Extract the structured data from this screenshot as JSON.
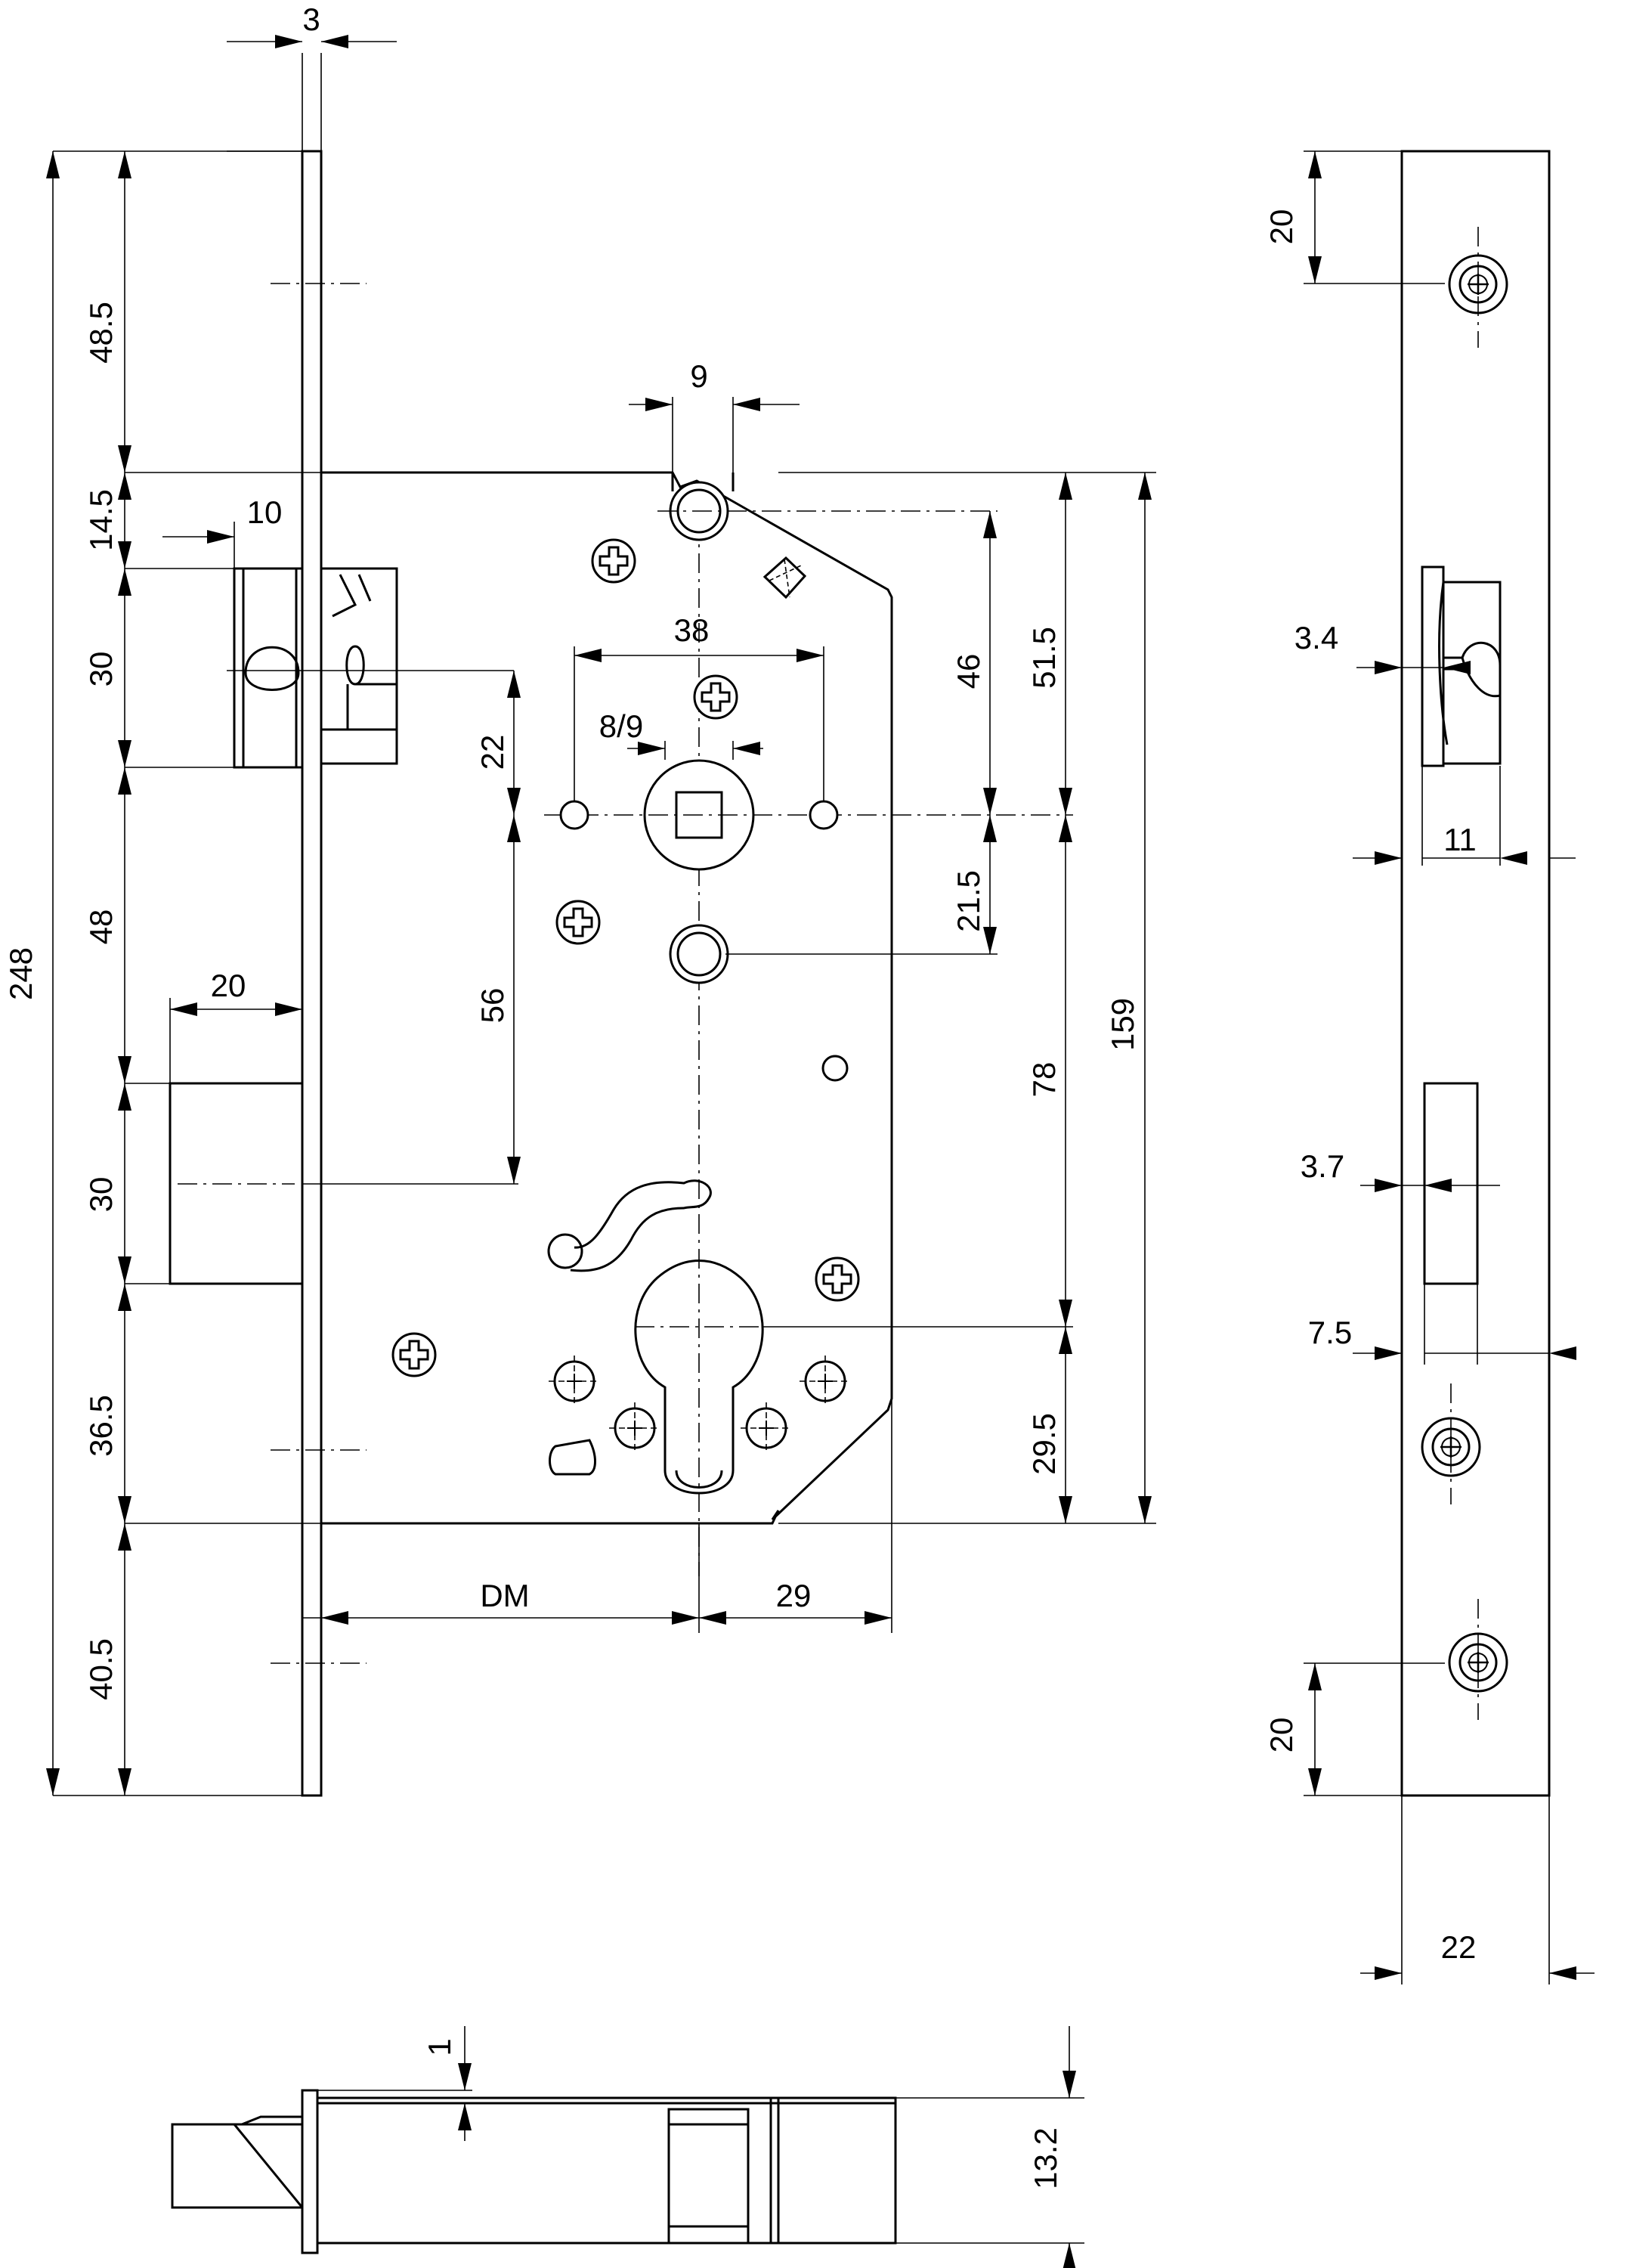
{
  "dimensions": {
    "faceplate_thickness": "3",
    "faceplate_height": "248",
    "top_to_case": "48.5",
    "case_to_latch": "14.5",
    "latch_height": "30",
    "latch_to_bolt": "48",
    "bolt_height": "30",
    "bolt_to_case_bottom": "36.5",
    "case_bottom_to_end": "40.5",
    "latch_throw": "10",
    "bolt_throw": "20",
    "slot_width": "9",
    "holes_spacing": "38",
    "spindle": "8/9",
    "latch_to_spindle": "22",
    "spindle_to_bolt": "56",
    "top_hole_to_spindle": "46",
    "spindle_to_lower_hole": "21.5",
    "case_top_to_spindle": "51.5",
    "spindle_to_cylinder": "78",
    "cylinder_to_case_bottom": "29.5",
    "case_height": "159",
    "backset": "DM",
    "cylinder_to_back": "29",
    "forend_hole_top": "20",
    "forend_hole_bottom": "20",
    "forend_width": "22",
    "latch_side_offset": "3.4",
    "latch_side_width": "11",
    "bolt_side_offset": "3.7",
    "bolt_side_width": "7.5",
    "plate_offset": "1",
    "case_depth": "13.2"
  }
}
